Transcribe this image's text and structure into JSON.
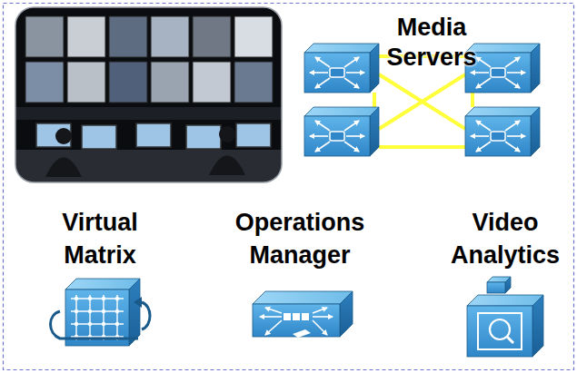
{
  "diagram": {
    "nodes": [
      {
        "text": [
          "Virtual Matrix"
        ]
      },
      {
        "text": [
          "Operations Manager"
        ]
      },
      {
        "text": [
          "Video Analytics"
        ]
      }
    ],
    "labels": [
      "Media Servers"
    ]
  }
}
